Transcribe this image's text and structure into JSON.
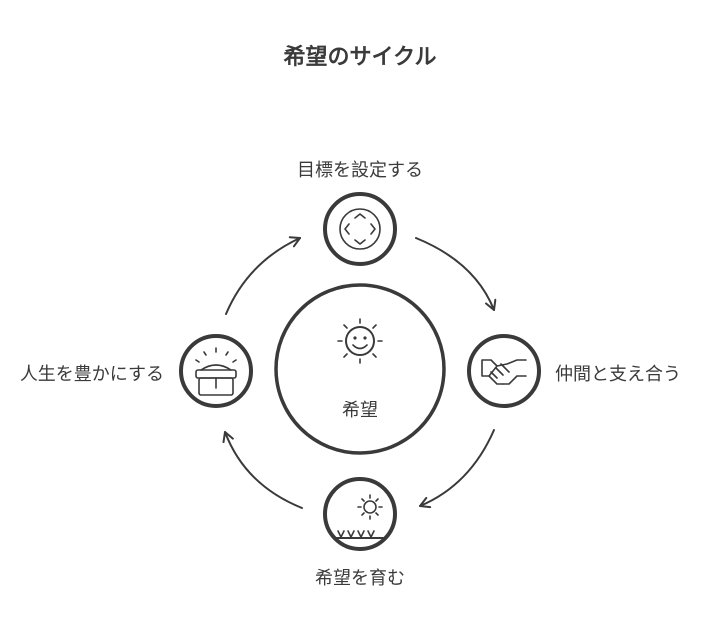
{
  "title": "希望のサイクル",
  "center": {
    "label": "希望",
    "icon": "smiling-sun-icon"
  },
  "steps": [
    {
      "label": "目標を設定する",
      "icon": "target-frame-icon"
    },
    {
      "label": "仲間と支え合う",
      "icon": "handshake-icon"
    },
    {
      "label": "希望を育む",
      "icon": "sun-over-grass-icon"
    },
    {
      "label": "人生を豊かにする",
      "icon": "treasure-chest-icon"
    }
  ],
  "colors": {
    "ink": "#3a3a3a",
    "background": "#ffffff"
  }
}
